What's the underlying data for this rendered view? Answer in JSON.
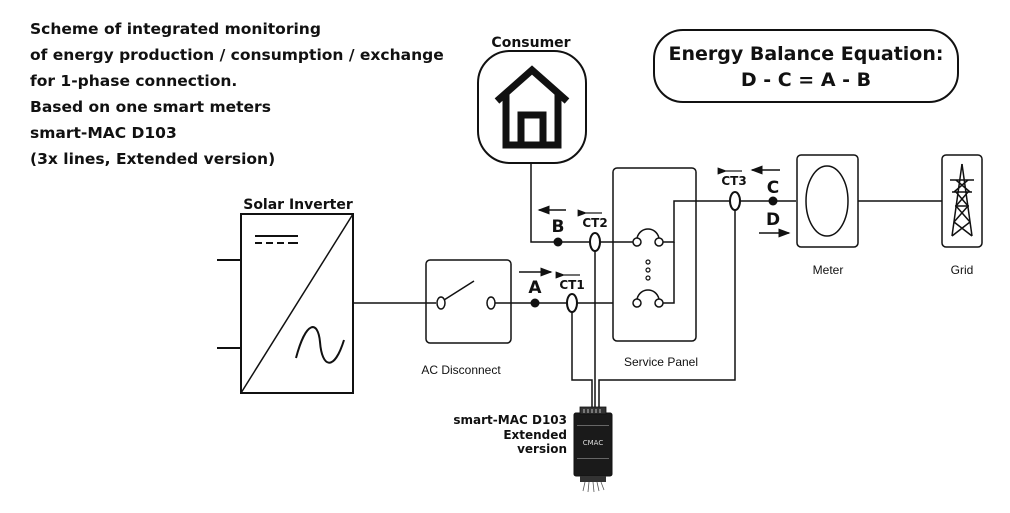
{
  "description": {
    "lines": [
      "Scheme of integrated monitoring",
      "of energy production / consumption / exchange",
      "for 1-phase connection.",
      "Based on one smart meters",
      "smart-MAC D103",
      "(3x lines, Extended version)"
    ]
  },
  "equation": {
    "title": "Energy Balance Equation:",
    "formula": "D - C = A - B"
  },
  "components": {
    "consumer": "Consumer",
    "solar_inverter": "Solar Inverter",
    "ac_disconnect": "AC Disconnect",
    "service_panel": "Service Panel",
    "meter": "Meter",
    "grid": "Grid",
    "device_lines": [
      "smart-MAC D103",
      "Extended",
      "version"
    ],
    "device_badge": "CMAC"
  },
  "measure_points": {
    "a": "A",
    "b": "B",
    "c": "C",
    "d": "D"
  },
  "sensors": {
    "ct1": "CT1",
    "ct2": "CT2",
    "ct3": "CT3"
  }
}
